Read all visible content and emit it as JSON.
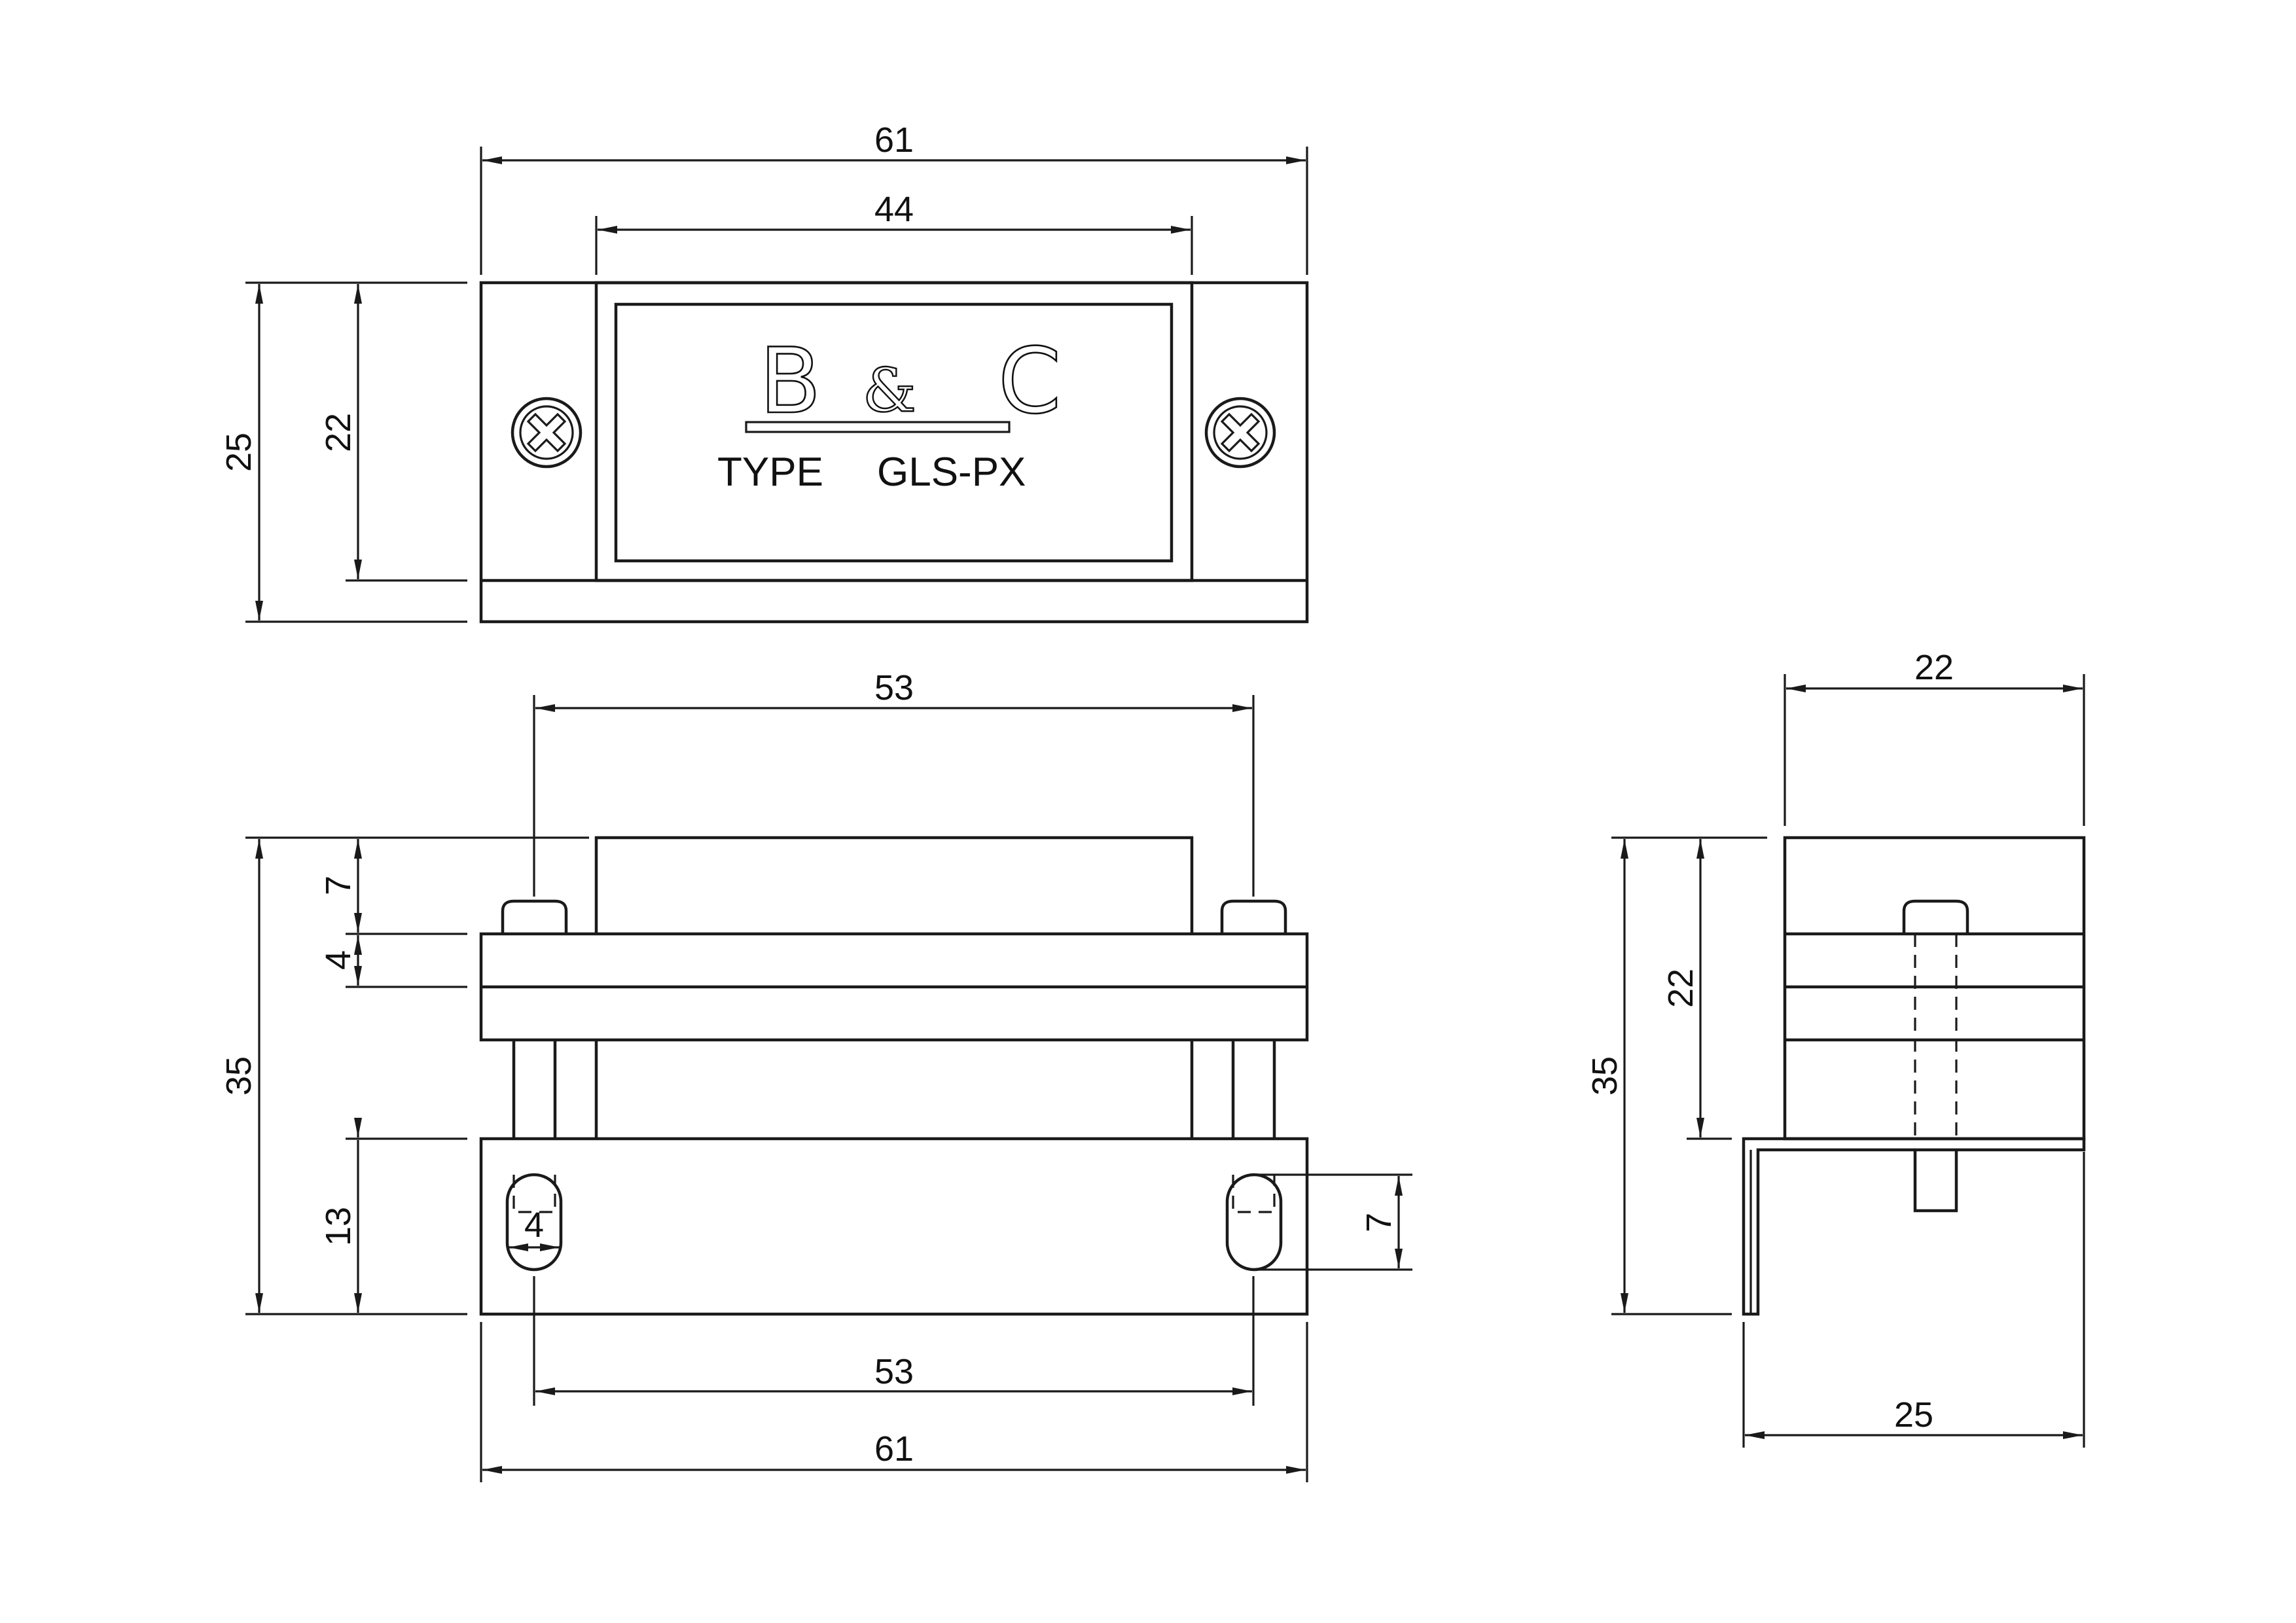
{
  "drawing": {
    "logo": {
      "left": "B",
      "amp": "&",
      "right": "C"
    },
    "type_label": "TYPE",
    "model": "GLS-PX",
    "front_view": {
      "overall_width": "61",
      "inner_width": "44",
      "overall_height": "25",
      "inner_height": "22"
    },
    "side_view": {
      "hole_spacing_top": "53",
      "overall_height": "35",
      "upper_gap": "7",
      "flange_thickness": "4",
      "base_height": "13",
      "slot_width": "4",
      "slot_length": "7",
      "hole_spacing_bottom": "53",
      "overall_width": "61"
    },
    "end_view": {
      "top_width": "22",
      "inner_height": "22",
      "overall_height": "35",
      "bracket_width": "25"
    }
  }
}
